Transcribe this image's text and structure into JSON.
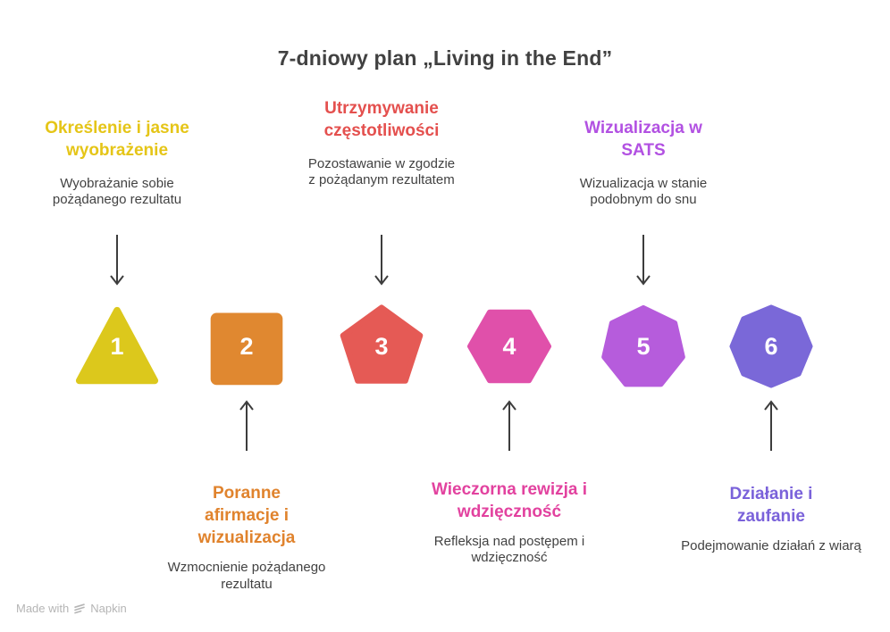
{
  "title": "7-dniowy plan „Living in the End”",
  "footer": {
    "made_with": "Made with",
    "brand": "Napkin"
  },
  "colors": {
    "text_dark": "#424242",
    "arrow": "#3d3d3d",
    "footer_text": "#b5b5b5"
  },
  "items": [
    {
      "number": "1",
      "shape": "triangle",
      "color": "#dcc81c",
      "heading_color": "#e5c517",
      "title": "Określenie i jasne wyobrażenie",
      "description": "Wyobrażanie sobie pożądanego rezultatu",
      "label_position": "top"
    },
    {
      "number": "2",
      "shape": "square",
      "color": "#e08830",
      "heading_color": "#e0832d",
      "title": "Poranne afirmacje i wizualizacja",
      "description": "Wzmocnienie pożądanego rezultatu",
      "label_position": "bottom"
    },
    {
      "number": "3",
      "shape": "pentagon",
      "color": "#e55a55",
      "heading_color": "#e4504e",
      "title": "Utrzymywanie częstotliwości",
      "description": "Pozostawanie w zgodzie z pożądanym rezultatem",
      "label_position": "top"
    },
    {
      "number": "4",
      "shape": "hexagon",
      "color": "#e050aa",
      "heading_color": "#e2429f",
      "title": "Wieczorna rewizja i wdzięczność",
      "description": "Refleksja nad postępem i wdzięczność",
      "label_position": "bottom"
    },
    {
      "number": "5",
      "shape": "heptagon",
      "color": "#b65cdc",
      "heading_color": "#b251e2",
      "title": "Wizualizacja w SATS",
      "description": "Wizualizacja w stanie podobnym do snu",
      "label_position": "top"
    },
    {
      "number": "6",
      "shape": "octagon",
      "color": "#7a68d8",
      "heading_color": "#7a62da",
      "title": "Działanie i zaufanie",
      "description": "Podejmowanie działań z wiarą",
      "label_position": "bottom"
    }
  ]
}
